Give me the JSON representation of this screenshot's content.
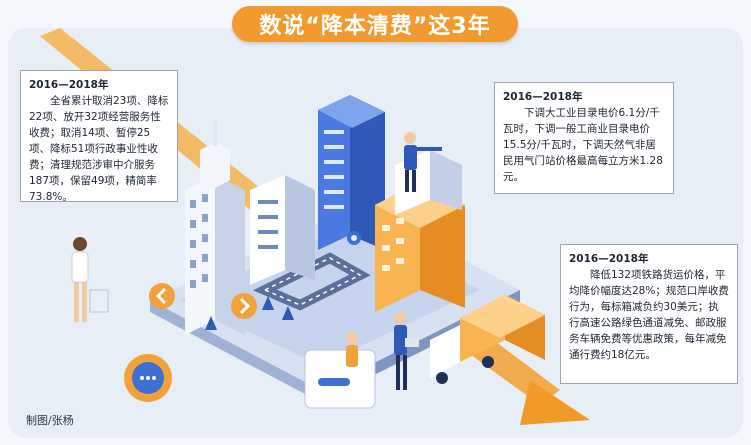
{
  "title": "数说“降本清费”这3年",
  "notes": [
    {
      "period": "2016—2018年",
      "text": "全省累计取消23项、降标22项、放开32项经营服务性收费；取消14项、暂停25项、降标51项行政事业性收费；清理规范涉审中介服务187项，保留49项，精简率73.8%。"
    },
    {
      "period": "2016—2018年",
      "text": "下调大工业目录电价6.1分/千瓦时，下调一般工商业目录电价15.5分/千瓦时，下调天然气非居民用气门站价格最高每立方米1.28元。"
    },
    {
      "period": "2016—2018年",
      "text": "降低132项铁路货运价格，平均降价幅度达28%；规范口岸收费行为，每标箱减负约30美元；执行高速公路绿色通道减免、邮政服务车辆免费等优惠政策，每年减免通行费约18亿元。"
    }
  ],
  "credit": "制图/张杨",
  "colors": {
    "accent": "#f39a2e",
    "building_blue": "#3d6fd6",
    "arrow_orange": "#f2a23a"
  }
}
